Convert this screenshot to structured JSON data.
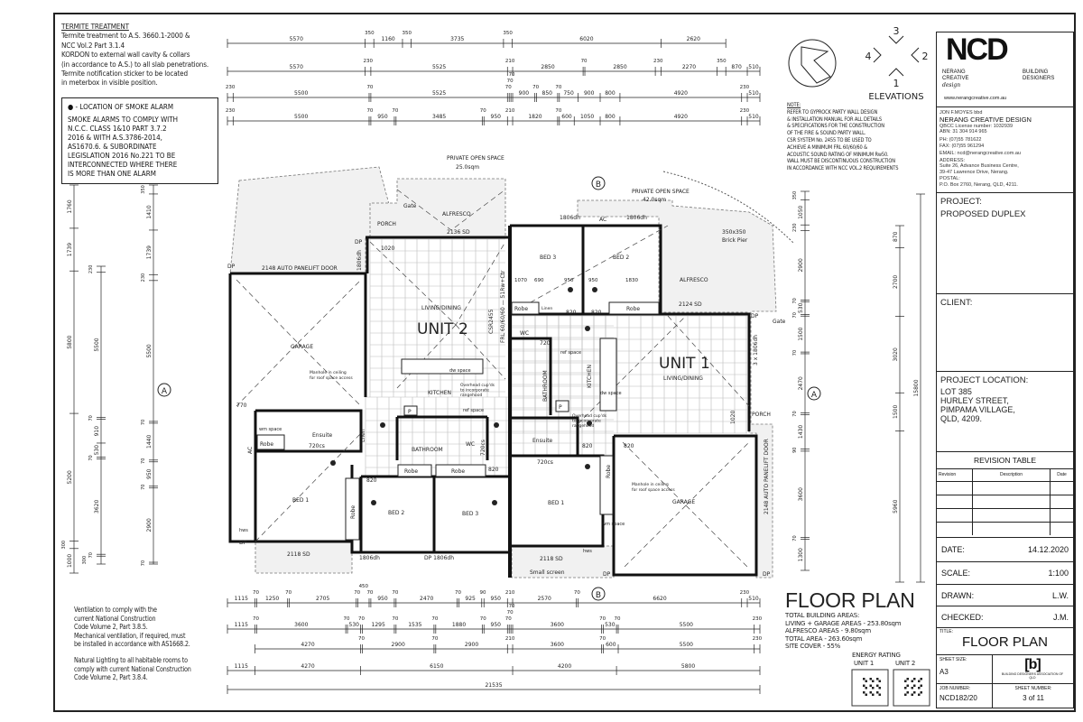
{
  "notes": {
    "termite": {
      "heading": "TERMITE TREATMENT",
      "lines": [
        "Termite treatment to A.S. 3660.1-2000 &",
        "NCC Vol.2 Part 3.1.4",
        "KORDON to external wall cavity & collars",
        "(in accordance to A.S.) to all slab penetrations.",
        "Termite notification sticker to be located",
        "in meterbox in visible position."
      ]
    },
    "smoke": {
      "legend": "● - LOCATION OF SMOKE ALARM",
      "lines": [
        "SMOKE ALARMS TO COMPLY WITH",
        "N.C.C. CLASS 1&10 PART 3.7.2",
        "2016 & WITH A.S.3786-2014,",
        "AS1670.6. & SUBORDINATE",
        "LEGISLATION 2016 No.221 TO BE",
        "INTERCONNECTED WHERE THERE",
        "IS MORE THAN ONE ALARM"
      ]
    },
    "ventilation": [
      "Ventilation to comply with the",
      "current National Construction",
      "Code Volume 2, Part 3.8.5.",
      "Mechanical ventilation, if required, must",
      "be installed in accordance with AS1668.2."
    ],
    "lighting": [
      "Natural Lighting to all habitable rooms to",
      "comply with current National Construction",
      "Code Volume 2, Part 3.8.4."
    ],
    "party_wall": {
      "heading": "NOTE:",
      "lines": [
        "REFER TO GYPROCK PARTY WALL DESIGN",
        "& INSTALLATION MANUAL FOR ALL DETAILS",
        "& SPECIFICATIONS FOR THE CONSTRUCTION",
        "OF THE FIRE & SOUND PARTY WALL.",
        "CSR SYSTEM No. 2455 TO BE USED TO",
        "ACHIEVE A MINIMUM FRL 60/60/60 &",
        "ACOUSTIC SOUND RATING OF MINIMUM Rw50.",
        "WALL MUST BE DISCONTINUOUS CONSTRUCTION",
        "IN ACCORDANCE WITH NCC VOL.2 REQUIREMENTS"
      ]
    }
  },
  "elevations": {
    "label": "ELEVATIONS",
    "marks": [
      "1",
      "2",
      "3",
      "4"
    ]
  },
  "floor_plan_summary": {
    "title": "FLOOR PLAN",
    "areas_heading": "TOTAL BUILDING AREAS:",
    "lines": [
      "LIVING + GARAGE AREAS - 253.80sqm",
      "ALFRESCO AREAS - 9.80sqm",
      "TOTAL AREA - 263.60sqm",
      "SITE COVER - 55%"
    ],
    "energy_heading": "ENERGY RATING",
    "unit1": "UNIT 1",
    "unit2": "UNIT 2"
  },
  "title_block": {
    "logo": {
      "letters": "NCD",
      "left": [
        "NERANG",
        "CREATIVE",
        "design"
      ],
      "right": [
        "BUILDING",
        "DESIGNERS"
      ],
      "website": "www.nerangcreative.com.au"
    },
    "company": {
      "designer": "JON F.MOYES bbd",
      "name": "NERANG CREATIVE DESIGN",
      "license": "QBCC License number: 1032939",
      "abn": "ABN: 31 304 914 965",
      "phone": "PH: (07)55 781622",
      "fax": "FAX: (07)55 961294",
      "email": "EMAIL: ncd@nerangcreative.com.au",
      "address_label": "ADDRESS:",
      "address": [
        "Suite 26, Advance Business Centre,",
        "39-47 Lawrence Drive, Nerang."
      ],
      "postal_label": "POSTAL:",
      "postal": "P.O. Box 2760, Nerang, QLD, 4211."
    },
    "project_label": "PROJECT:",
    "project": "PROPOSED DUPLEX",
    "client_label": "CLIENT:",
    "location_label": "PROJECT LOCATION:",
    "location": [
      "LOT 385",
      "HURLEY STREET,",
      "PIMPAMA VILLAGE,",
      "QLD, 4209."
    ],
    "revision_table": {
      "title": "REVISION TABLE",
      "columns": [
        "Revision",
        "Description",
        "Date"
      ],
      "rows": [
        [
          "",
          "",
          ""
        ],
        [
          "",
          "",
          ""
        ],
        [
          "",
          "",
          ""
        ],
        [
          "",
          "",
          ""
        ]
      ]
    },
    "date_label": "DATE:",
    "date": "14.12.2020",
    "scale_label": "SCALE:",
    "scale": "1:100",
    "drawn_label": "DRAWN:",
    "drawn": "L.W.",
    "checked_label": "CHECKED:",
    "checked": "J.M.",
    "title_label": "TITLE:",
    "title": "FLOOR PLAN",
    "sheet_size_label": "SHEET SIZE:",
    "sheet_size": "A3",
    "bda_logo": "BUILDING DESIGNERS ASSOCIATION OF QLD",
    "job_number_label": "JOB NUMBER:",
    "job_number": "NCD182/20",
    "sheet_number_label": "SHEET NUMBER:",
    "sheet_number": "3 of 11"
  },
  "dimensions": {
    "top": [
      [
        5570,
        350,
        1160,
        350,
        3735,
        350,
        6020,
        2620
      ],
      [
        5570,
        230,
        5525,
        210,
        2850,
        70,
        2850,
        230,
        2270,
        350,
        870,
        510
      ],
      [
        230,
        5500,
        70,
        5525,
        70,
        70,
        70,
        900,
        70,
        850,
        70,
        750,
        900,
        800,
        4920,
        230,
        510
      ],
      [
        230,
        5500,
        70,
        950,
        70,
        3485,
        70,
        950,
        210,
        1820,
        70,
        600,
        1050,
        800,
        4920,
        230,
        510
      ]
    ],
    "bottom": [
      [
        1115,
        70,
        1250,
        70,
        2705,
        70,
        450,
        70,
        950,
        70,
        2470,
        70,
        925,
        90,
        950,
        210,
        2570,
        70,
        6620,
        230,
        510
      ],
      [
        1115,
        70,
        3600,
        70,
        530,
        70,
        1295,
        70,
        1535,
        70,
        1880,
        70,
        950,
        70,
        70,
        70,
        3600,
        70,
        530,
        70,
        5500,
        230
      ],
      [
        4270,
        70,
        2900,
        70,
        2900,
        210,
        3600,
        70,
        600,
        5500,
        230
      ],
      [
        1115,
        4270,
        6150,
        4200,
        5800
      ],
      [
        21535
      ]
    ],
    "left": [
      [
        1760,
        1739,
        5800,
        5200,
        300,
        1000
      ],
      [
        230,
        5500,
        70,
        910,
        530,
        70,
        3620,
        70,
        300
      ],
      [
        350,
        1410,
        1739,
        230,
        5500,
        70,
        1440,
        70,
        950,
        70,
        2900,
        70
      ]
    ],
    "right": [
      [
        350,
        1050,
        230,
        2900,
        70,
        530,
        70,
        1500,
        70,
        2470,
        70,
        1430,
        90,
        3600,
        70,
        1300
      ],
      [
        870,
        2700,
        3020,
        1500,
        5960
      ],
      [
        15800
      ]
    ]
  },
  "plan": {
    "section_markers": [
      "A",
      "B"
    ],
    "unit2": {
      "title": "UNIT 2",
      "pos": "PRIVATE OPEN SPACE",
      "pos_area": "25.0sqm",
      "gate": "Gate",
      "alfresco": "ALFRESCO",
      "porch": "PORCH",
      "door_sd": "2136 SD",
      "dp": "DP",
      "entry_door": "1020",
      "panelift": "2148 AUTO PANELIFT DOOR",
      "window_side": "1806dh",
      "living": "LIVING/DINING",
      "party_wall": "FRL 60/60/60 — 51Rw+Ctr",
      "csr": "CSR2455",
      "garage": "GARAGE",
      "manhole": [
        "Manhole in ceiling",
        "for roof space access"
      ],
      "dw": "dw space",
      "kitchen": "KITCHEN",
      "overhead": [
        "Overhead cup'ds",
        "to incorporate",
        "rangehood"
      ],
      "ref": "ref space",
      "pantry": "P",
      "wm": "wm space",
      "robe": "Robe",
      "ensuite": "Ensuite",
      "cs720": "720cs",
      "linen": "Lnen",
      "bathroom": "BATHROOM",
      "wc": "WC",
      "door820": "820",
      "door770": "770",
      "bed1": "BED 1",
      "bed2": "BED 2",
      "bed3": "BED 3",
      "hws": "hws",
      "rear_sd": "2118 SD",
      "rear_win": "1806dh",
      "rear_win2": "DP 1806dh",
      "ac": "AC"
    },
    "unit1": {
      "title": "UNIT 1",
      "pos": "PRIVATE OPEN SPACE",
      "pos_area": "42.0sqm",
      "win_top": "1806dh",
      "ac": "AC",
      "pier": [
        "350x350",
        "Brick Pier"
      ],
      "bed3": "BED 3",
      "bed2": "BED 2",
      "bed_dims": [
        "1070",
        "690",
        "950",
        "950",
        "1830"
      ],
      "alfresco": "ALFRESCO",
      "robe": "Robe",
      "linen": "Linen",
      "door820": "820",
      "door_sd": "2124 SD",
      "dp": "DP",
      "gate": "Gate",
      "door720": "720",
      "wc": "WC",
      "ref": "ref space",
      "living": "LIVING/DINING",
      "side_win": "3 x 1806dh",
      "bathroom": "BATHROOM",
      "kitchen": "KITCHEN",
      "dw": "dw space",
      "porch": "PORCH",
      "entry_door": "1020",
      "overhead": [
        "Overhead cup'ds",
        "to incorporate",
        "rangehood"
      ],
      "pantry": "P",
      "ensuite": "Ensuite",
      "cs720": "720cs",
      "manhole": [
        "Manhole in ceiling",
        "for roof space access"
      ],
      "garage": "GARAGE",
      "bed1": "BED 1",
      "wm": "wm space",
      "hws": "hws",
      "rear_sd": "2118 SD",
      "screen": "Small screen",
      "panelift": "2148 AUTO PANELIFT DOOR"
    }
  }
}
